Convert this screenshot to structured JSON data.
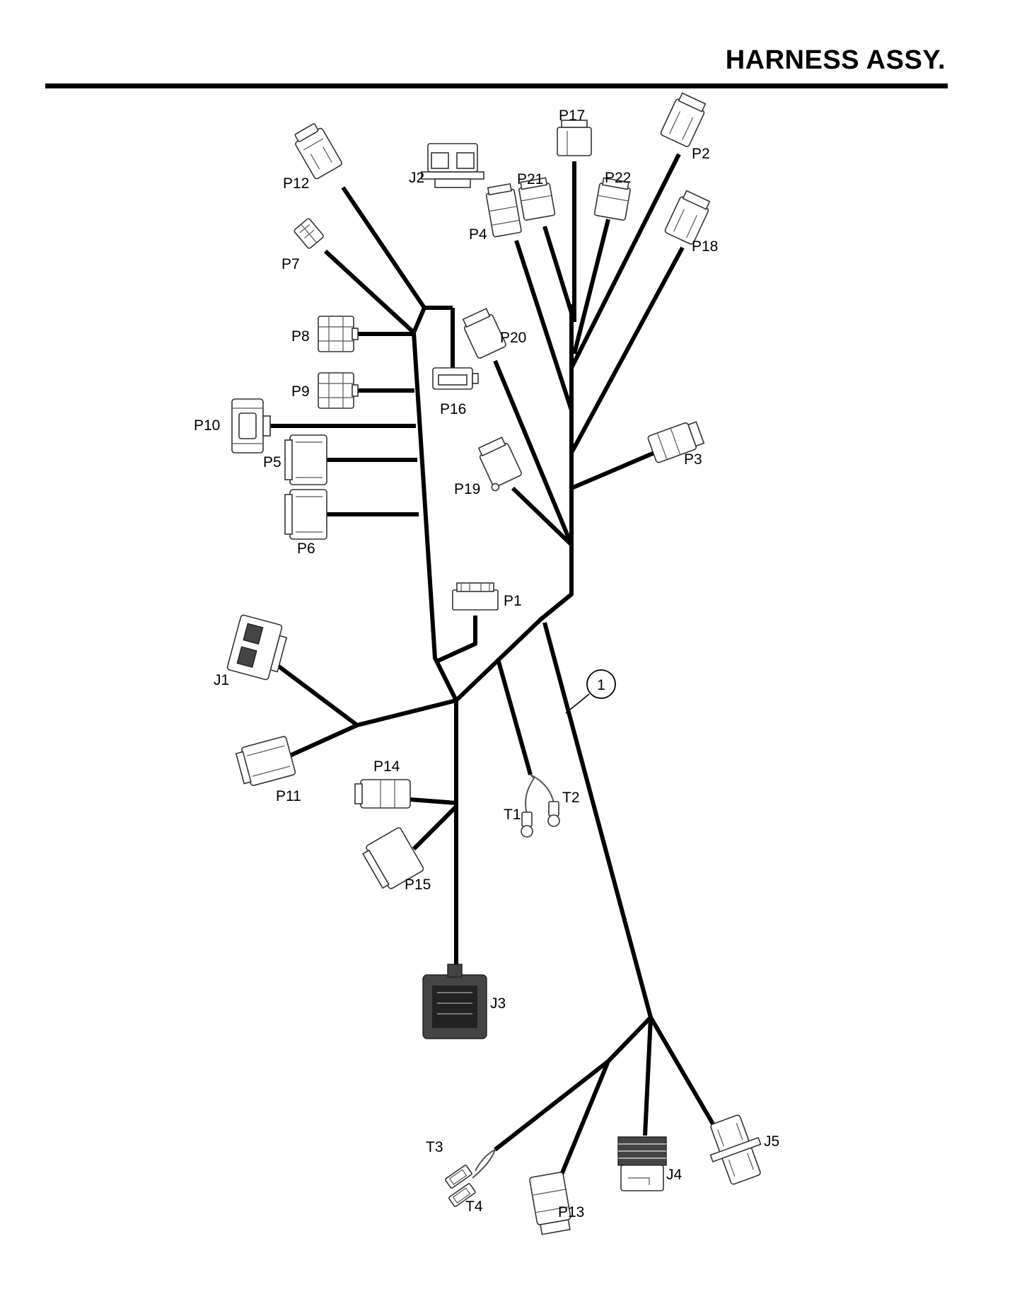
{
  "title": "HARNESS ASSY.",
  "callout": "1",
  "labels": {
    "P1": "P1",
    "P2": "P2",
    "P3": "P3",
    "P4": "P4",
    "P5": "P5",
    "P6": "P6",
    "P7": "P7",
    "P8": "P8",
    "P9": "P9",
    "P10": "P10",
    "P11": "P11",
    "P12": "P12",
    "P13": "P13",
    "P14": "P14",
    "P15": "P15",
    "P16": "P16",
    "P17": "P17",
    "P18": "P18",
    "P19": "P19",
    "P20": "P20",
    "P21": "P21",
    "P22": "P22",
    "J1": "J1",
    "J2": "J2",
    "J3": "J3",
    "J4": "J4",
    "J5": "J5",
    "T1": "T1",
    "T2": "T2",
    "T3": "T3",
    "T4": "T4"
  }
}
